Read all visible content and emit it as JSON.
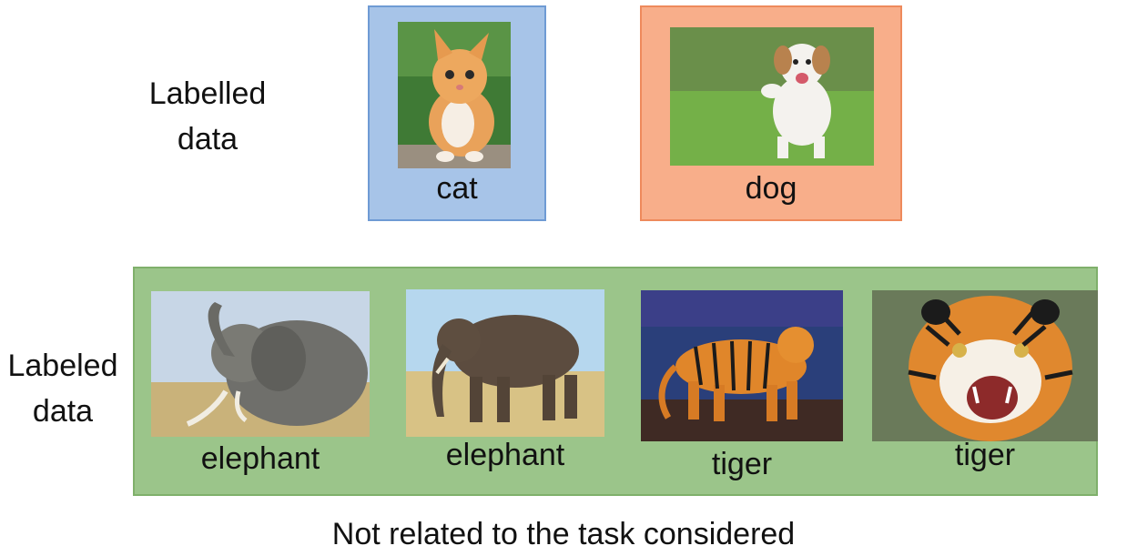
{
  "top_label": [
    "Labelled",
    "data"
  ],
  "bottom_label": [
    "Labeled",
    "data"
  ],
  "top_cards": [
    {
      "caption": "cat",
      "icon": "cat-photo",
      "color": "#a7c4e8"
    },
    {
      "caption": "dog",
      "icon": "dog-photo",
      "color": "#f8ae8a"
    }
  ],
  "bottom_cards": [
    {
      "caption": "elephant",
      "icon": "elephant-photo"
    },
    {
      "caption": "elephant",
      "icon": "elephant-photo"
    },
    {
      "caption": "tiger",
      "icon": "tiger-photo"
    },
    {
      "caption": "tiger",
      "icon": "tiger-photo"
    }
  ],
  "bottom_panel_color": "#9bc58a",
  "footer": "Not related to the task considered"
}
